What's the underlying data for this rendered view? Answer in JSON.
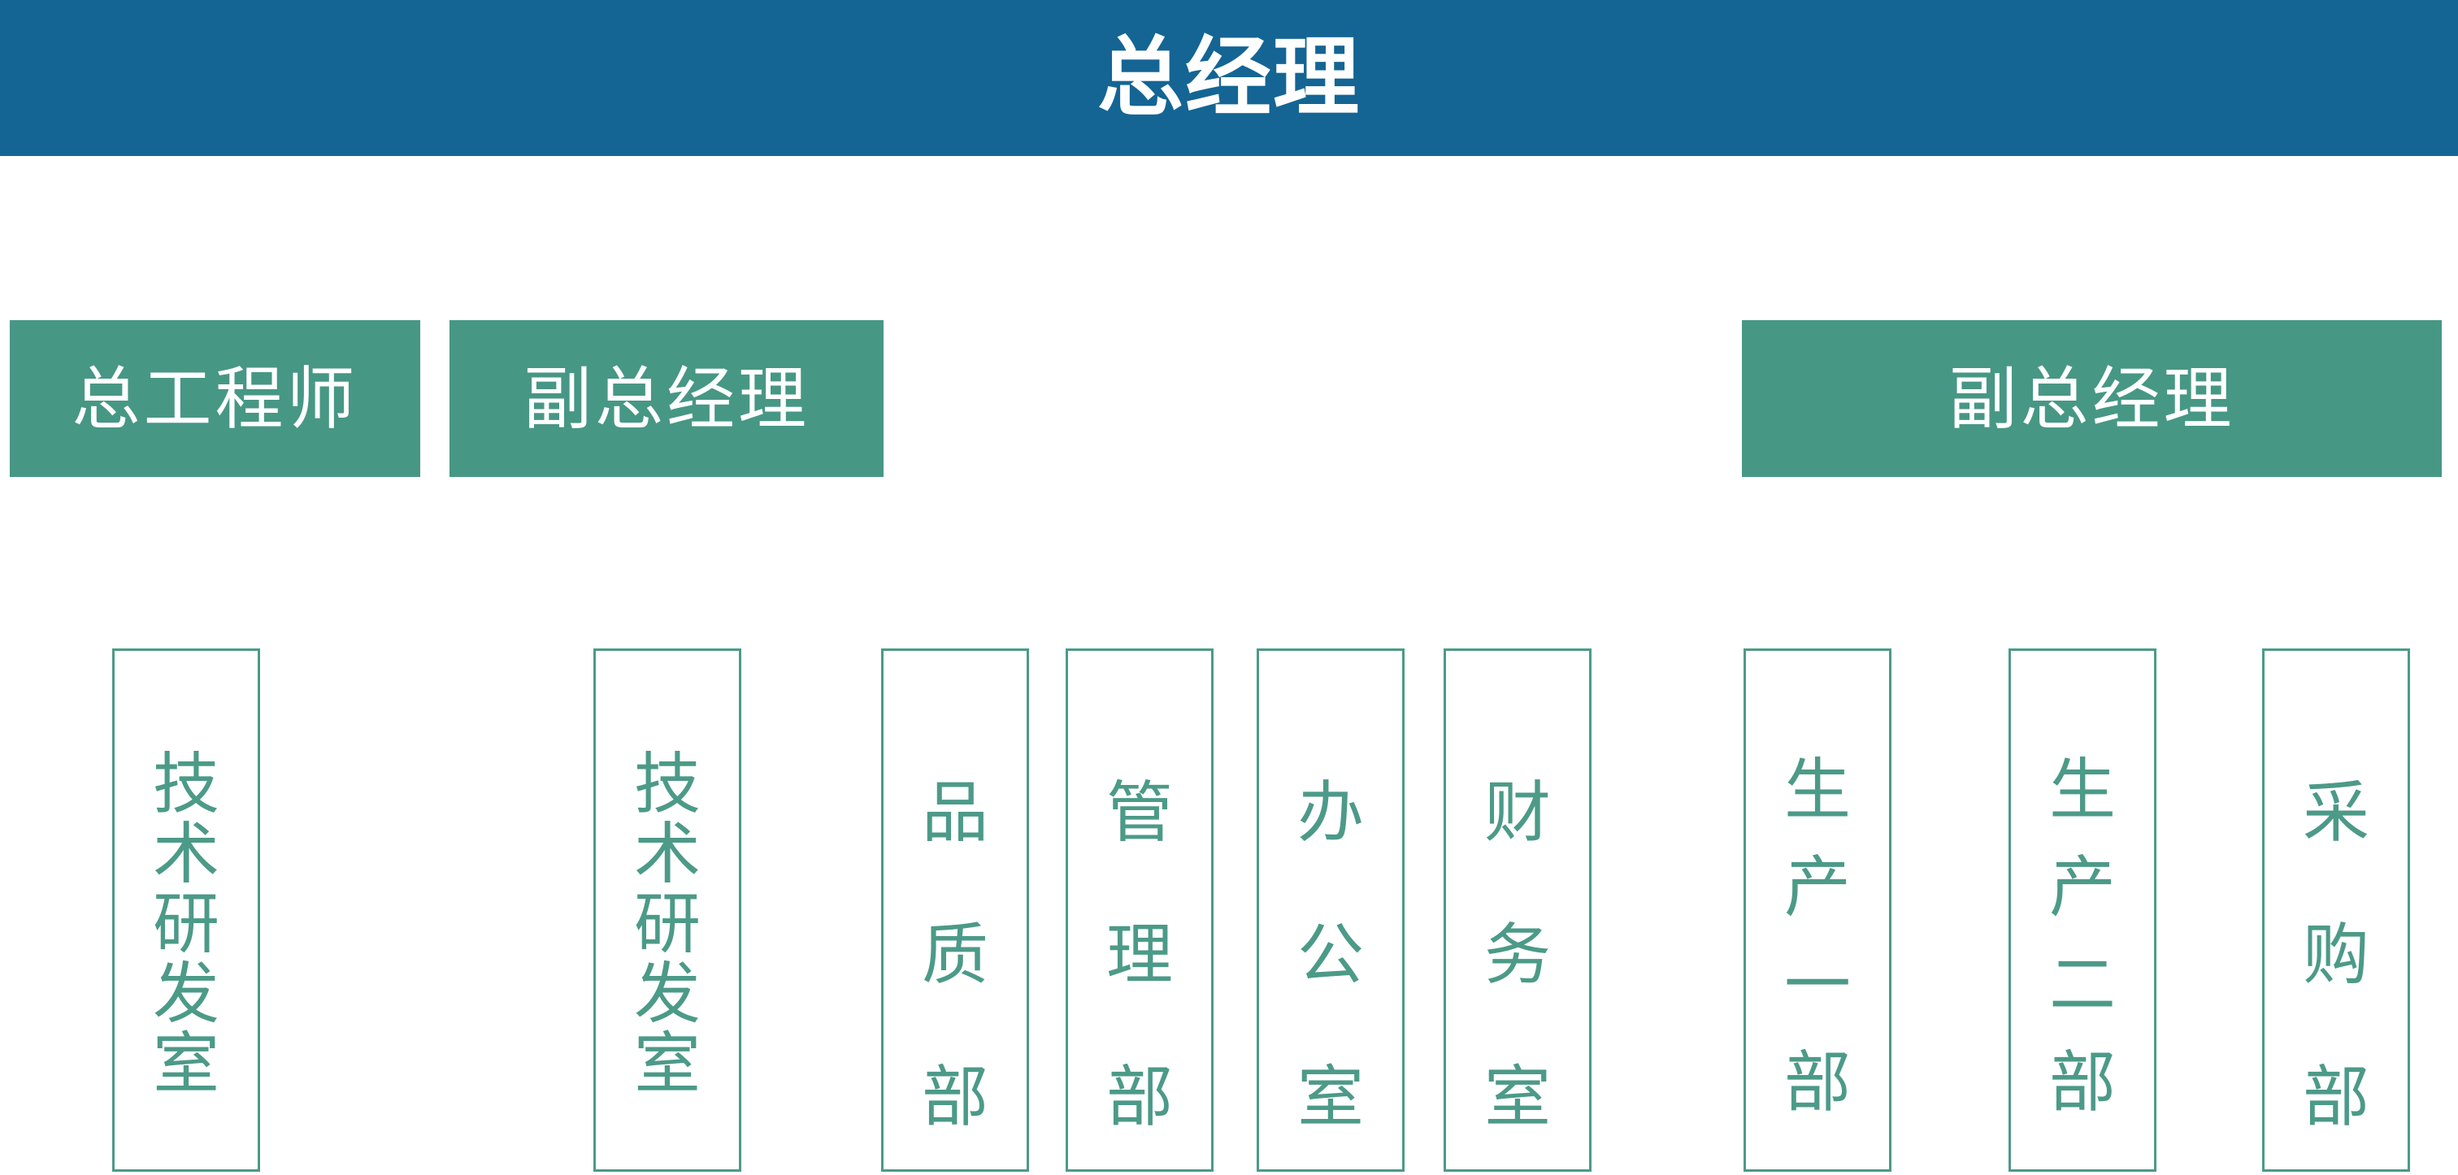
{
  "top": {
    "title": "总经理"
  },
  "roles": {
    "chief_engineer": "总工程师",
    "vice_gm_left": "副总经理",
    "vice_gm_right": "副总经理"
  },
  "departments": {
    "tech_rd_1": "技\n术\n研\n发\n室",
    "tech_rd_2": "技\n术\n研\n发\n室",
    "quality": "品\n质\n部",
    "management": "管\n理\n部",
    "office": "办\n公\n室",
    "finance": "财\n务\n室",
    "production_1": "生\n产\n一\n部",
    "production_2": "生\n产\n二\n部",
    "purchasing": "采\n购\n部"
  },
  "colors": {
    "banner": "#146594",
    "role_box": "#479785",
    "dept_border": "#4c9a88"
  }
}
